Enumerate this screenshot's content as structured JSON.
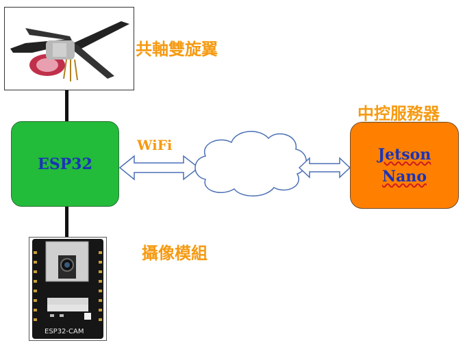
{
  "labels": {
    "rotor": "共軸雙旋翼",
    "server": "中控服務器",
    "camera": "攝像模組",
    "wifi": "WiFi"
  },
  "nodes": {
    "esp32": {
      "text": "ESP32",
      "fill": "#22bb3a",
      "text_color": "#1a33b8"
    },
    "jetson": {
      "line1": "Jetson",
      "line2": "Nano",
      "fill": "#ff8000",
      "text_color": "#1a33b8"
    }
  },
  "camera_board": {
    "silkscreen": "ESP32-CAM"
  },
  "colors": {
    "accent": "#f59a12",
    "arrow": "#4a6fb5",
    "connector": "#111111"
  }
}
